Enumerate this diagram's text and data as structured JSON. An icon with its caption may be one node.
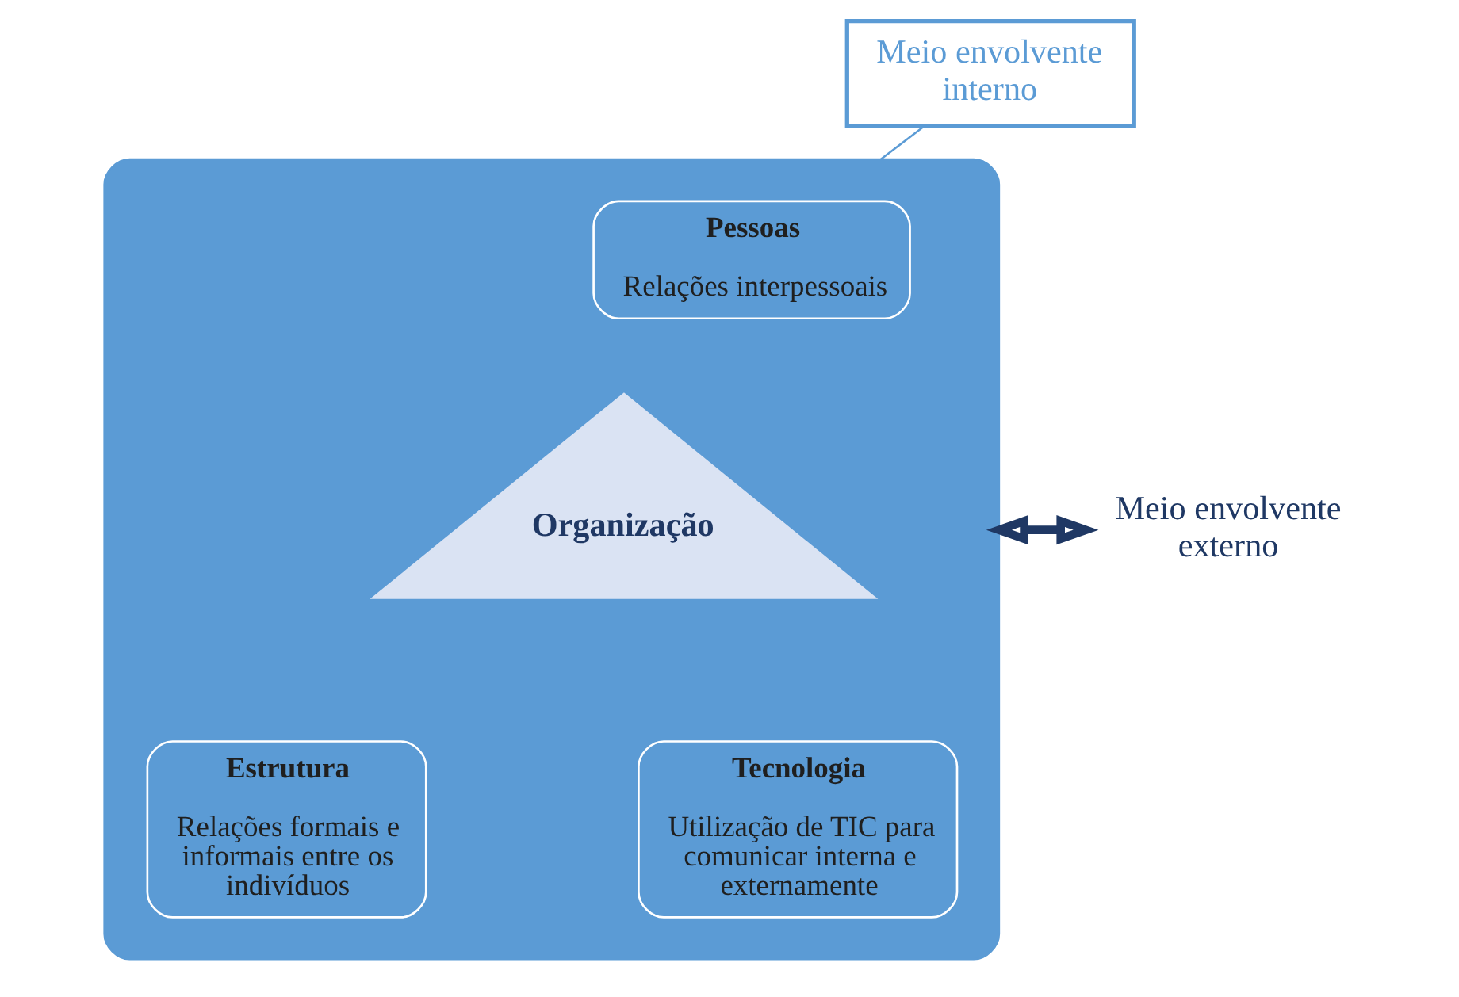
{
  "diagram": {
    "nodes": [
      {
        "text": [
          "Meio envolvente interno"
        ]
      },
      {
        "text": [],
        "shape": "box"
      },
      {
        "text": [
          "Pessoas",
          "Relações interpessoais"
        ],
        "in": 1
      },
      {
        "text": [
          "Organização"
        ],
        "in": 1
      },
      {
        "text": [
          "Estrutura",
          "Relações formais e informais entre os indivíduos"
        ],
        "in": 1
      },
      {
        "text": [
          "Tecnologia",
          "Utilização de TIC para comunicar interna e externamente"
        ],
        "in": 1
      },
      {
        "text": [
          "Meio envolvente externo"
        ]
      }
    ],
    "edges": [
      {
        "from": 0,
        "to": 1,
        "arrow": "none"
      },
      {
        "from": 1,
        "to": 6,
        "arrow": "both",
        "style": "thick",
        "color": "#1f3864"
      }
    ]
  }
}
